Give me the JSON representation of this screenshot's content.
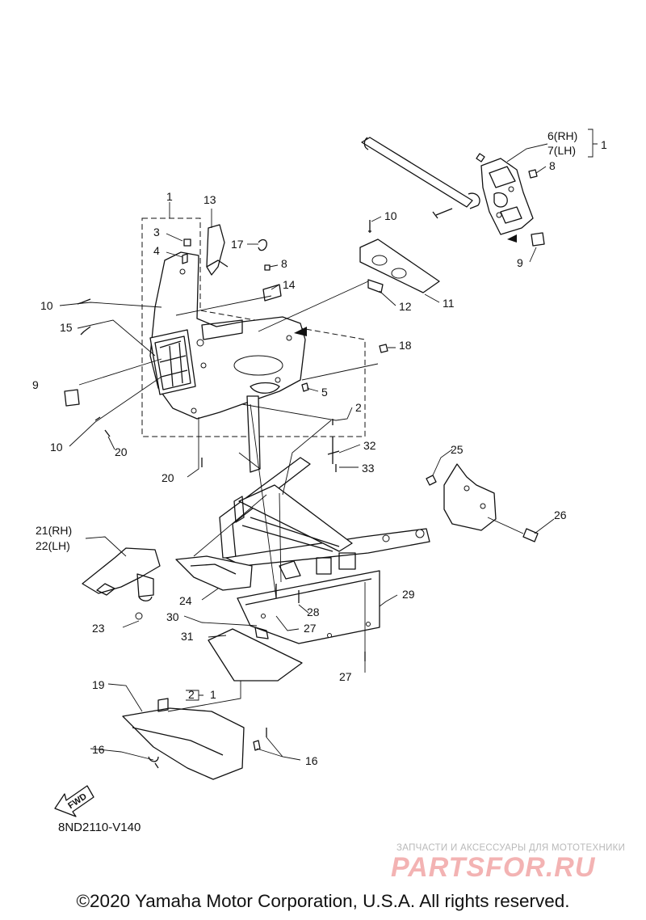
{
  "callouts": {
    "c1_top": "1",
    "c3": "3",
    "c4": "4",
    "c13": "13",
    "c17": "17",
    "c8_left": "8",
    "c14": "14",
    "c10_a": "10",
    "c10_b": "10",
    "c10_c": "10",
    "c15": "15",
    "c9_left": "9",
    "c18": "18",
    "c5": "5",
    "c2_mid": "2",
    "c32": "32",
    "c33": "33",
    "c20_a": "20",
    "c20_b": "20",
    "c11": "11",
    "c12": "12",
    "c6rh": "6(RH)",
    "c7lh": "7(LH)",
    "c1_right": "1",
    "c8_right": "8",
    "c9_right": "9",
    "c25": "25",
    "c26": "26",
    "c21rh": "21(RH)",
    "c22lh": "22(LH)",
    "c23": "23",
    "c24": "24",
    "c28": "28",
    "c29": "29",
    "c30": "30",
    "c27_a": "27",
    "c27_b": "27",
    "c31": "31",
    "c19": "19",
    "c2_low": "2",
    "c1_low": "1",
    "c16_a": "16",
    "c16_b": "16",
    "fwd": "FWD"
  },
  "diagram_id": "8ND2110-V140",
  "watermark": {
    "line1": "ЗАПЧАСТИ И АКСЕССУАРЫ ДЛЯ МОТОТЕХНИКИ",
    "logo": "PARTSFOR.RU"
  },
  "copyright": "©2020 Yamaha Motor Corporation, U.S.A. All rights reserved."
}
